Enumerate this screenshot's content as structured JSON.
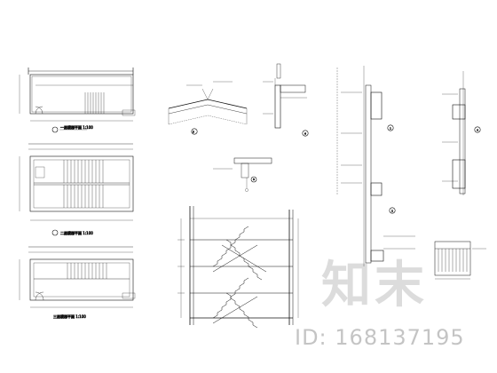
{
  "watermark": {
    "brand_text": "知末",
    "id_text": "ID: 168137195"
  },
  "drawing": {
    "plan_labels": [
      "一层楼梯平面 1:100",
      "二层楼梯平面 1:100",
      "三层楼梯平面 1:100"
    ],
    "detail_markers": [
      "5",
      "6",
      "1",
      "2",
      "3",
      "4"
    ]
  }
}
